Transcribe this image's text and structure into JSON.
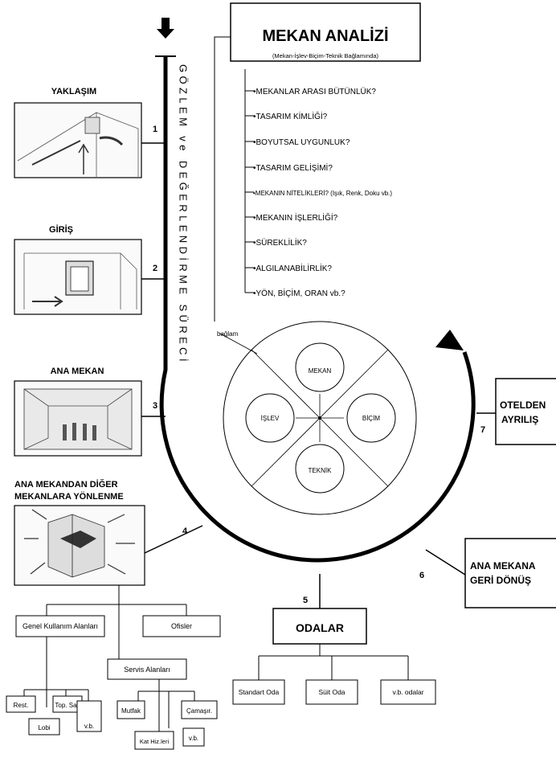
{
  "header": {
    "title": "MEKAN ANALİZİ",
    "subtitle": "(Mekan-İşlev-Biçim-Teknik Bağlamında)",
    "questions": [
      "•MEKANLAR ARASI BÜTÜNLÜK?",
      "•TASARIM KİMLİĞİ?",
      "•BOYUTSAL UYGUNLUK?",
      "•TASARIM GELİŞİMİ?",
      "•MEKANIN NİTELİKLERİ? (Işık, Renk, Doku vb.)",
      "•MEKANIN İŞLERLİĞİ?",
      "•SÜREKLİLİK?",
      "•ALGILANABİLİRLİK?",
      "•YÖN, BİÇİM, ORAN vb.?"
    ]
  },
  "process_label": "GÖZLEM ve DEĞERLENDİRME SÜRECİ",
  "center": {
    "context_label": "bağlam",
    "mekan": "MEKAN",
    "islev": "İŞLEV",
    "bicim": "BİÇİM",
    "teknik": "TEKNİK"
  },
  "stages": {
    "s1": {
      "number": "1",
      "title": "YAKLAŞIM"
    },
    "s2": {
      "number": "2",
      "title": "GİRİŞ"
    },
    "s3": {
      "number": "3",
      "title": "ANA MEKAN"
    },
    "s4": {
      "number": "4",
      "title_line1": "ANA MEKANDAN DİĞER",
      "title_line2": "MEKANLARA YÖNLENME"
    },
    "s5": {
      "number": "5",
      "title": "ODALAR"
    },
    "s6": {
      "number": "6",
      "title_line1": "ANA MEKANA",
      "title_line2": "GERİ DÖNÜŞ"
    },
    "s7": {
      "number": "7",
      "title_line1": "OTELDEN",
      "title_line2": "AYRILIŞ"
    }
  },
  "tree_left": {
    "genel": "Genel Kullanım Alanları",
    "ofisler": "Ofisler",
    "servis": "Servis Alanları",
    "rest": "Rest.",
    "top_sal": "Top. Sal.",
    "lobi": "Lobi",
    "vb1": "v.b.",
    "mutfak": "Mutfak",
    "camasir": "Çamaşır.",
    "kat_hiz": "Kat Hiz.leri",
    "vb2": "v.b."
  },
  "tree_right": {
    "standart": "Standart Oda",
    "suit": "Süit Oda",
    "vb": "v.b. odalar"
  }
}
